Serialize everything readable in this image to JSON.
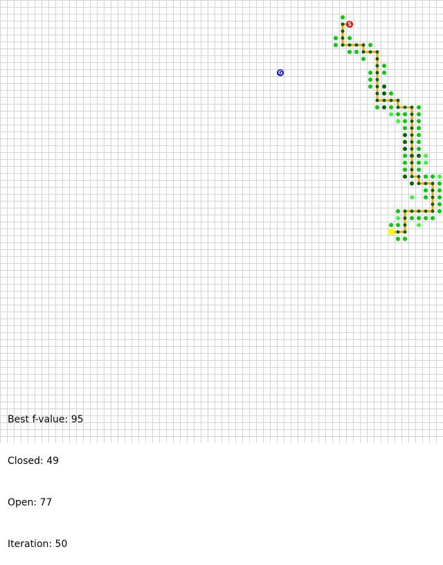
{
  "grid": {
    "cols": 64,
    "rows": 64,
    "line_color": "#d3d3d3",
    "background": "#ffffff"
  },
  "markers": {
    "start": {
      "col": 50,
      "row": 3,
      "label": "S",
      "color": "#ff0000"
    },
    "goal": {
      "col": 40,
      "row": 10,
      "label": "G",
      "color": "#0000ff"
    },
    "current": {
      "col": 56,
      "row": 33,
      "color": "#ffff00"
    }
  },
  "path_color": "#ffa500",
  "closed_color": "#006400",
  "open_color": "#00cc00",
  "open_bright_color": "#33ff33",
  "path": [
    [
      50,
      3
    ],
    [
      49,
      3
    ],
    [
      49,
      4
    ],
    [
      49,
      5
    ],
    [
      49,
      6
    ],
    [
      50,
      6
    ],
    [
      51,
      6
    ],
    [
      52,
      6
    ],
    [
      52,
      7
    ],
    [
      53,
      7
    ],
    [
      54,
      7
    ],
    [
      54,
      8
    ],
    [
      54,
      9
    ],
    [
      54,
      10
    ],
    [
      54,
      11
    ],
    [
      54,
      12
    ],
    [
      54,
      13
    ],
    [
      54,
      14
    ],
    [
      55,
      14
    ],
    [
      56,
      14
    ],
    [
      57,
      14
    ],
    [
      57,
      15
    ],
    [
      58,
      15
    ],
    [
      59,
      15
    ],
    [
      59,
      16
    ],
    [
      59,
      17
    ],
    [
      59,
      18
    ],
    [
      59,
      19
    ],
    [
      59,
      20
    ],
    [
      59,
      21
    ],
    [
      59,
      22
    ],
    [
      59,
      23
    ],
    [
      59,
      24
    ],
    [
      59,
      25
    ],
    [
      60,
      25
    ],
    [
      60,
      26
    ],
    [
      61,
      26
    ],
    [
      62,
      26
    ],
    [
      62,
      27
    ],
    [
      62,
      28
    ],
    [
      62,
      29
    ],
    [
      62,
      30
    ],
    [
      61,
      30
    ],
    [
      60,
      30
    ],
    [
      59,
      30
    ],
    [
      58,
      30
    ],
    [
      58,
      31
    ],
    [
      58,
      32
    ],
    [
      58,
      33
    ],
    [
      57,
      33
    ],
    [
      56,
      33
    ]
  ],
  "closed_nodes": [
    [
      55,
      12
    ],
    [
      55,
      13
    ],
    [
      55,
      15
    ],
    [
      58,
      19
    ],
    [
      58,
      20
    ],
    [
      58,
      21
    ],
    [
      59,
      22
    ],
    [
      60,
      22
    ],
    [
      58,
      25
    ],
    [
      59,
      26
    ]
  ],
  "open_nodes": [
    [
      49,
      2
    ],
    [
      48,
      5
    ],
    [
      48,
      6
    ],
    [
      50,
      5
    ],
    [
      50,
      7
    ],
    [
      51,
      7
    ],
    [
      53,
      6
    ],
    [
      52,
      8
    ],
    [
      55,
      9
    ],
    [
      53,
      10
    ],
    [
      55,
      10
    ],
    [
      53,
      11
    ],
    [
      53,
      12
    ],
    [
      56,
      13
    ],
    [
      54,
      15
    ],
    [
      56,
      15
    ],
    [
      57,
      16
    ],
    [
      58,
      16
    ],
    [
      60,
      15
    ],
    [
      58,
      17
    ],
    [
      58,
      18
    ],
    [
      60,
      16
    ],
    [
      60,
      17
    ],
    [
      60,
      18
    ],
    [
      60,
      19
    ],
    [
      60,
      20
    ],
    [
      60,
      21
    ],
    [
      58,
      22
    ],
    [
      58,
      23
    ],
    [
      60,
      23
    ],
    [
      60,
      24
    ],
    [
      58,
      24
    ],
    [
      61,
      25
    ],
    [
      62,
      25
    ],
    [
      63,
      26
    ],
    [
      63,
      27
    ],
    [
      63,
      28
    ],
    [
      63,
      29
    ],
    [
      63,
      30
    ],
    [
      61,
      27
    ],
    [
      61,
      28
    ],
    [
      62,
      31
    ],
    [
      61,
      31
    ],
    [
      60,
      31
    ],
    [
      59,
      31
    ],
    [
      57,
      30
    ],
    [
      57,
      32
    ],
    [
      57,
      34
    ],
    [
      56,
      32
    ],
    [
      58,
      34
    ]
  ],
  "open_bright_nodes": [
    [
      56,
      16
    ],
    [
      57,
      17
    ],
    [
      61,
      22
    ],
    [
      61,
      23
    ],
    [
      63,
      25
    ],
    [
      59,
      28
    ],
    [
      57,
      31
    ],
    [
      60,
      32
    ]
  ],
  "stats": {
    "best_f": "Best f-value: 95",
    "closed": "Closed: 49",
    "open": "Open: 77",
    "iteration": "Iteration: 50"
  }
}
